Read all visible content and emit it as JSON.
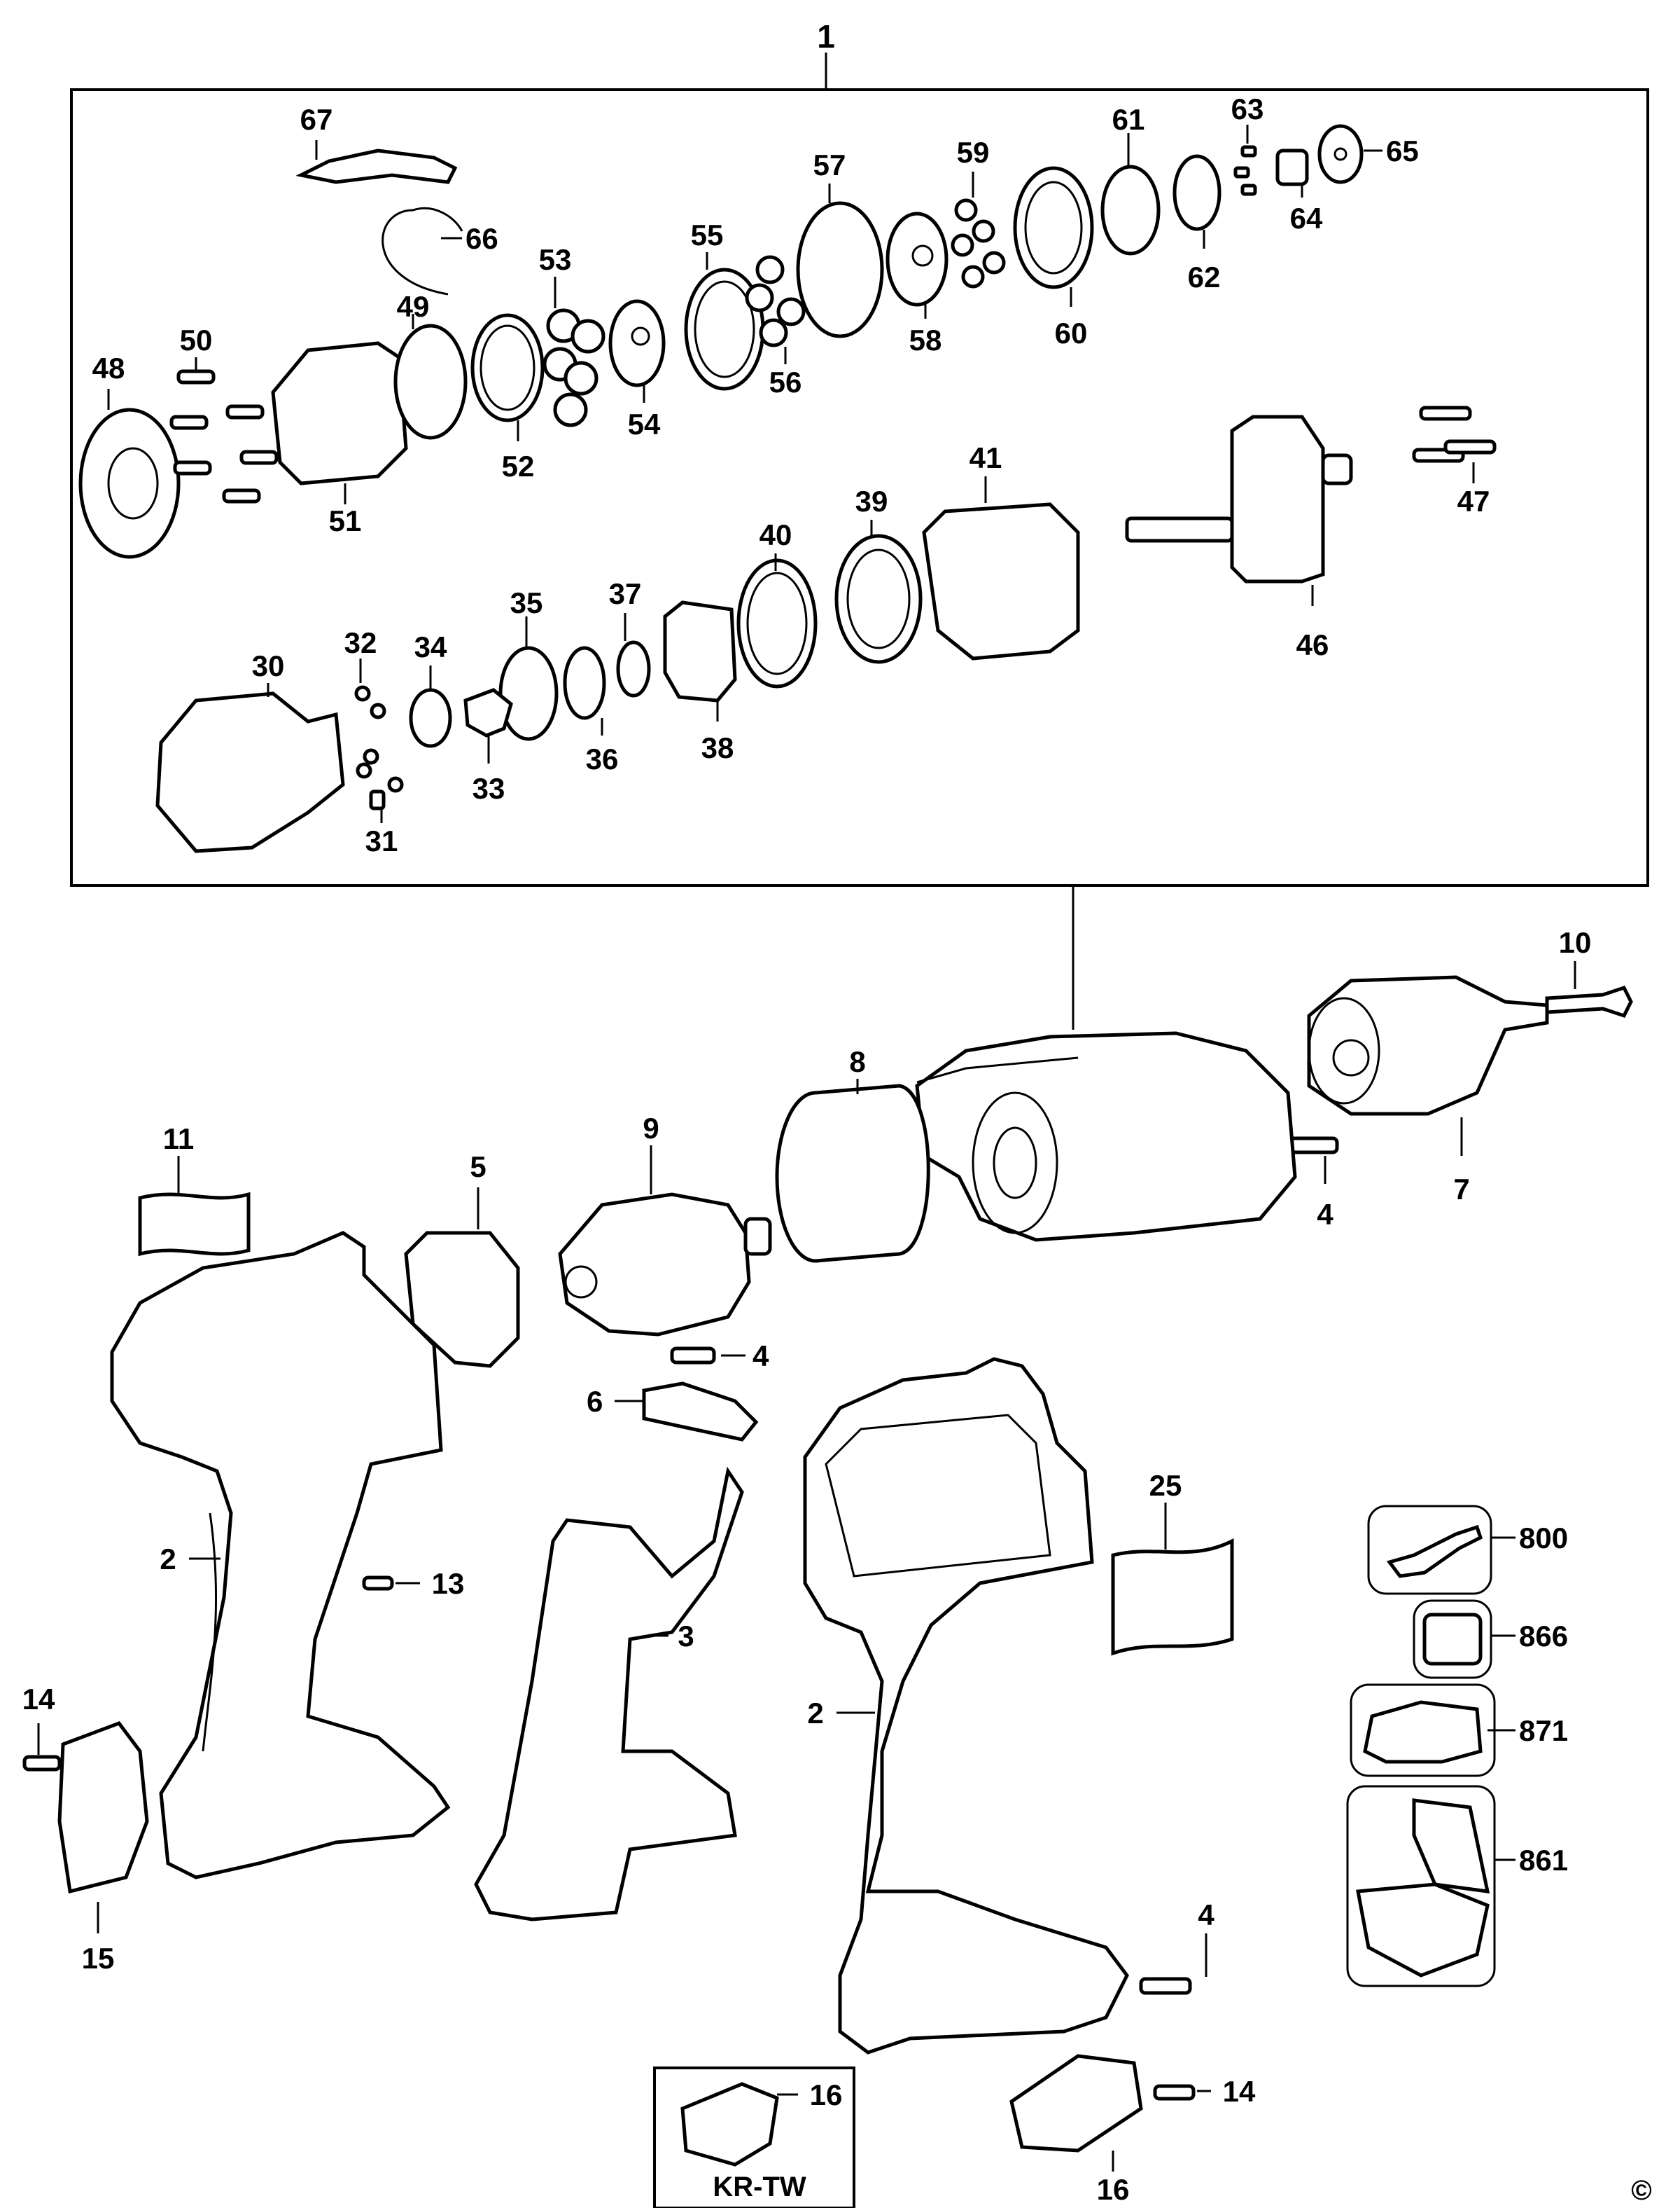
{
  "diagram": {
    "callouts": {
      "c1": "1",
      "c67": "67",
      "c66": "66",
      "c53": "53",
      "c55": "55",
      "c57": "57",
      "c59": "59",
      "c61": "61",
      "c63": "63",
      "c65": "65",
      "c64": "64",
      "c62": "62",
      "c60": "60",
      "c58": "58",
      "c56": "56",
      "c54": "54",
      "c52": "52",
      "c49": "49",
      "c51": "51",
      "c50": "50",
      "c48": "48",
      "c41": "41",
      "c47": "47",
      "c46": "46",
      "c40": "40",
      "c39": "39",
      "c35": "35",
      "c37": "37",
      "c30": "30",
      "c32": "32",
      "c34": "34",
      "c33": "33",
      "c36": "36",
      "c38": "38",
      "c31": "31",
      "c10": "10",
      "c8": "8",
      "c9": "9",
      "c11": "11",
      "c5": "5",
      "c7": "7",
      "c4a": "4",
      "c4b": "4",
      "c4c": "4",
      "c6": "6",
      "c25": "25",
      "c2a": "2",
      "c2b": "2",
      "c13": "13",
      "c3": "3",
      "c14a": "14",
      "c14b": "14",
      "c15": "15",
      "c16a": "16",
      "c16b": "16",
      "c800": "800",
      "c866": "866",
      "c871": "871",
      "c861": "861"
    },
    "variant_label": "KR-TW",
    "copyright": "©"
  }
}
